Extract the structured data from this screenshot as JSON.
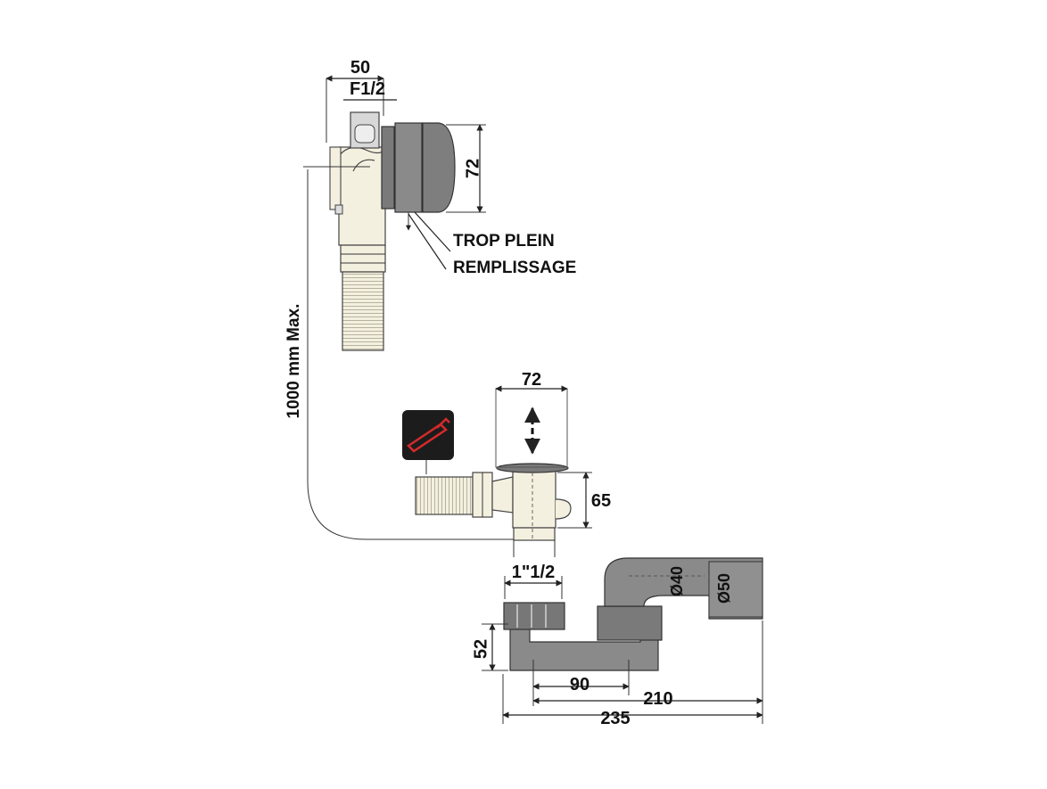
{
  "labels": {
    "overflow": "TROP PLEIN",
    "filling": "REMPLISSAGE",
    "max_length": "1000 mm Max."
  },
  "dimensions": {
    "top_width": "50",
    "thread": "F1/2",
    "head_height": "72",
    "valve_width": "72",
    "valve_height": "65",
    "outlet_thread": "1\"1/2",
    "trap_height": "52",
    "d40": "Ø40",
    "d50": "Ø50",
    "len_90": "90",
    "len_210": "210",
    "len_235": "235"
  },
  "colors": {
    "cream": "#f4f0e0",
    "grey": "#8a8a8a",
    "dark_grey": "#6e6e6e",
    "icon_bg": "#1c1c1c",
    "icon_red": "#d42a2a"
  },
  "icons": {
    "cut_icon": "hacksaw-icon"
  }
}
